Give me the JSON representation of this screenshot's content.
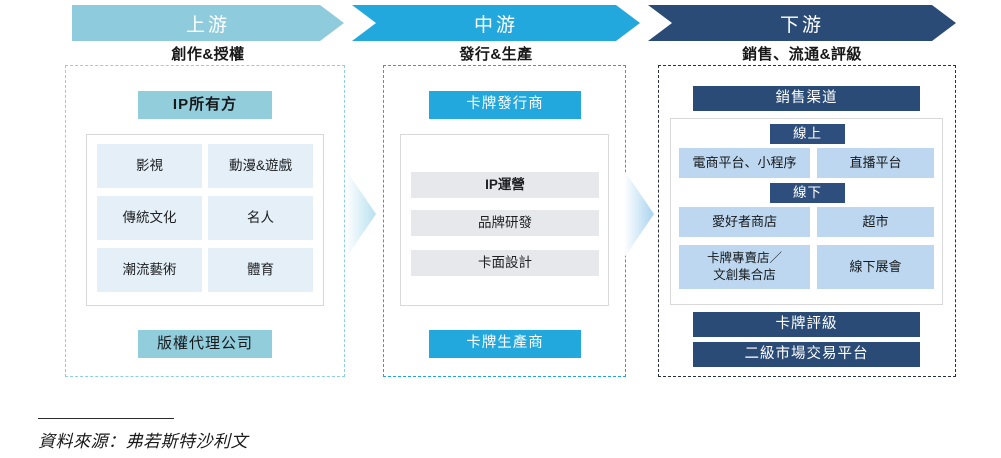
{
  "stages": {
    "upstream": {
      "banner": "上游",
      "caption": "創作&授權"
    },
    "midstream": {
      "banner": "中游",
      "caption": "發行&生產"
    },
    "downstream": {
      "banner": "下游",
      "caption": "銷售、流通&評級"
    }
  },
  "upstream": {
    "header": "IP所有方",
    "tiles": [
      "影視",
      "動漫&遊戲",
      "傳統文化",
      "名人",
      "潮流藝術",
      "體育"
    ],
    "footer": "版權代理公司"
  },
  "midstream": {
    "header": "卡牌發行商",
    "tiles": [
      "IP運營",
      "品牌研發",
      "卡面設計"
    ],
    "footer": "卡牌生產商"
  },
  "downstream": {
    "header": "銷售渠道",
    "online_label": "線上",
    "online_tiles": [
      "電商平台、小程序",
      "直播平台"
    ],
    "offline_label": "線下",
    "offline_tiles": [
      "愛好者商店",
      "超市",
      "卡牌專賣店／\n文創集合店",
      "線下展會"
    ],
    "footers": [
      "卡牌評級",
      "二級市場交易平台"
    ]
  },
  "source": {
    "text": "資料來源：弗若斯特沙利文"
  },
  "colors": {
    "upstream_banner": "#8ecbdd",
    "midstream_banner": "#22a8dc",
    "downstream_banner": "#2b4b77",
    "upstream_header": "#92cddc",
    "upstream_tile": "#e4eff7",
    "midstream_tile": "#e6e8eb",
    "downstream_tile": "#bcd7ef",
    "downstream_sub": "#2e4e7e"
  }
}
